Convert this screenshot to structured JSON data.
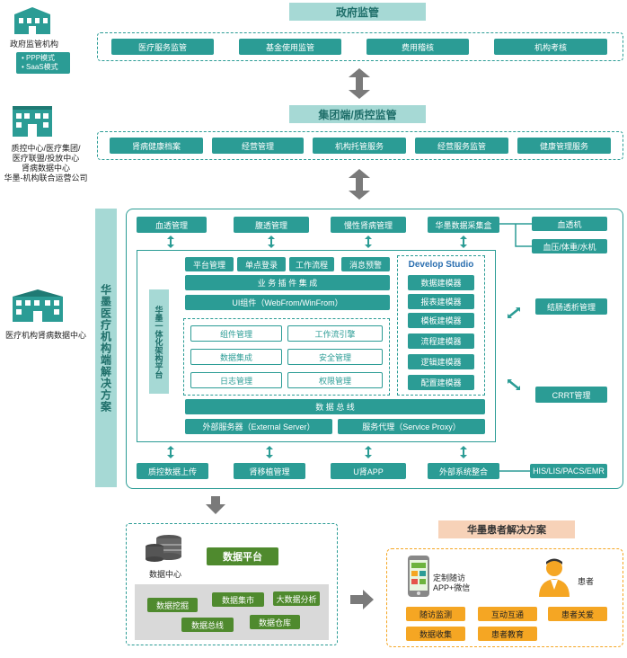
{
  "gov": {
    "header": "政府监管",
    "org_name": "政府监管机构",
    "modes": [
      "PPP模式",
      "SaaS模式"
    ],
    "items": [
      "医疗服务监管",
      "基金使用监管",
      "费用稽核",
      "机构考核"
    ]
  },
  "group": {
    "header": "集团端/质控监管",
    "org_lines": [
      "质控中心/医疗集团/",
      "医疗联盟/投放中心",
      "肾病数据中心",
      "华墨-机构联合运营公司"
    ],
    "items": [
      "肾病健康档案",
      "经营管理",
      "机构托管服务",
      "经营服务监管",
      "健康管理服务"
    ]
  },
  "inst": {
    "side_title": "华墨医疗机构端解决方案",
    "org_name": "医疗机构肾病数据中心",
    "top_modules": [
      "血透管理",
      "腹透管理",
      "慢性肾病管理",
      "华墨数据采集盒"
    ],
    "devices": [
      "血透机",
      "血压/体重/水机"
    ],
    "platform_title": "华墨一体化架构平台",
    "mgmt_row": [
      "平台管理",
      "单点登录",
      "工作流程",
      "消息预警"
    ],
    "plugin_bar": "业 务 插 件 集 成",
    "ui_bar": "UI组件（WebFrom/WinFrom）",
    "core_modules": [
      "组件管理",
      "工作流引擎",
      "数据集成",
      "安全管理",
      "日志管理",
      "权限管理"
    ],
    "studio_title": "Develop Studio",
    "studio_items": [
      "数据建模器",
      "报表建模器",
      "模板建模器",
      "流程建模器",
      "逻辑建模器",
      "配置建模器"
    ],
    "data_bus": "数 据 总 线",
    "external_server": "外部服务器（External Server）",
    "service_proxy": "服务代理（Service Proxy）",
    "right_modules": [
      "结肠透析管理",
      "CRRT管理"
    ],
    "bottom_modules": [
      "质控数据上传",
      "肾移植管理",
      "U肾APP",
      "外部系统整合"
    ],
    "external_systems": "HIS/LIS/PACS/EMR"
  },
  "data_center": {
    "label": "数据中心",
    "platform": "数据平台",
    "items": [
      "数据挖掘",
      "数据集市",
      "大数据分析",
      "数据总线",
      "数据仓库"
    ]
  },
  "patient": {
    "header": "华墨患者解决方案",
    "app_label": [
      "定制随访",
      "APP+微信"
    ],
    "patient_label": "患者",
    "items": [
      "随访监测",
      "互动互通",
      "患者关爱",
      "数据收集",
      "患者教育"
    ]
  },
  "colors": {
    "teal": "#2b9c95",
    "light_teal": "#a6d9d5",
    "green": "#4f8a2e",
    "orange": "#f5a623",
    "peach": "#f7d2b8",
    "gray_arrow": "#7a7a7a"
  }
}
